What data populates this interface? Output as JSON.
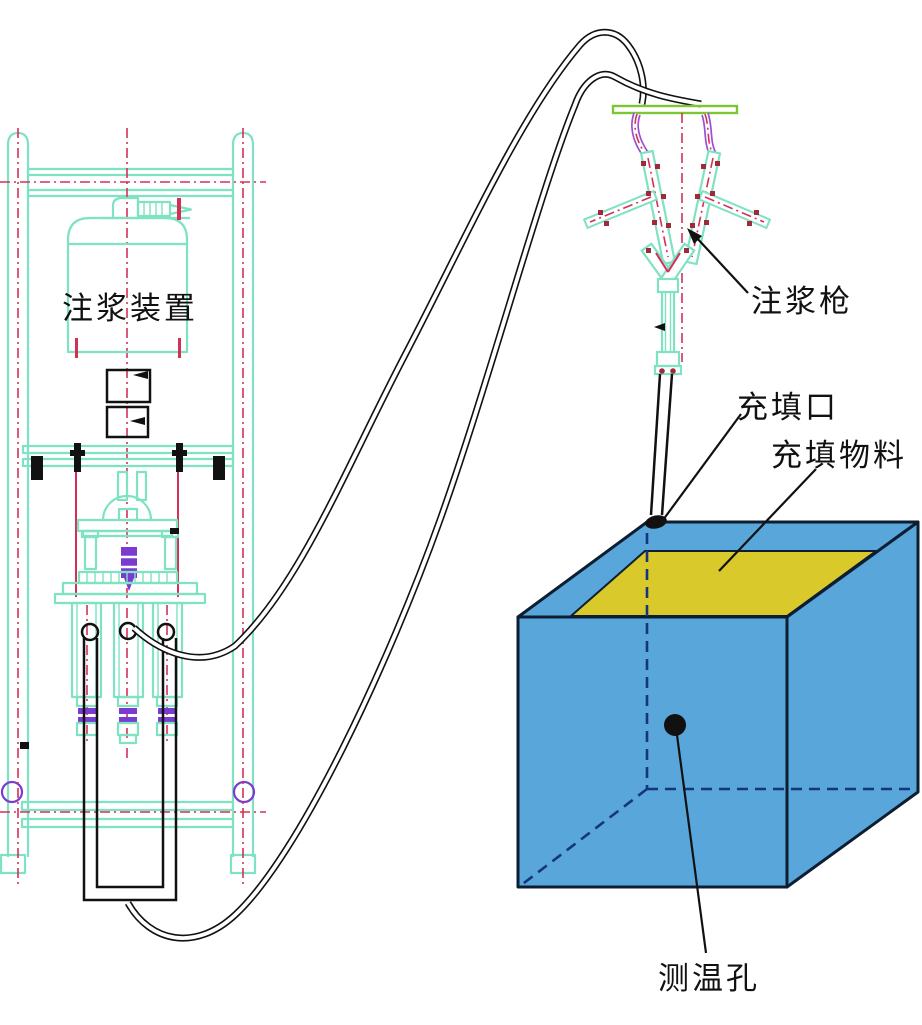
{
  "figure": {
    "labels": {
      "grouting_device": "注浆装置",
      "grouting_gun": "注浆枪",
      "filling_port": "充填口",
      "filling_material": "充填物料",
      "temperature_hole": "测温孔"
    },
    "colors": {
      "machine-cyan": "#7ee2c3",
      "centerline-red": "#d43057",
      "violet": "#7b3bd0",
      "violet-tube": "#9b4fd6",
      "green-bar": "#7dc832",
      "box-blue": "#58a6da",
      "box-yellow": "#d9c92a",
      "box-outline": "#0d1e33",
      "hidden-edge": "#15357e",
      "bolt-red": "#a12a3a",
      "ink": "#111111"
    }
  }
}
